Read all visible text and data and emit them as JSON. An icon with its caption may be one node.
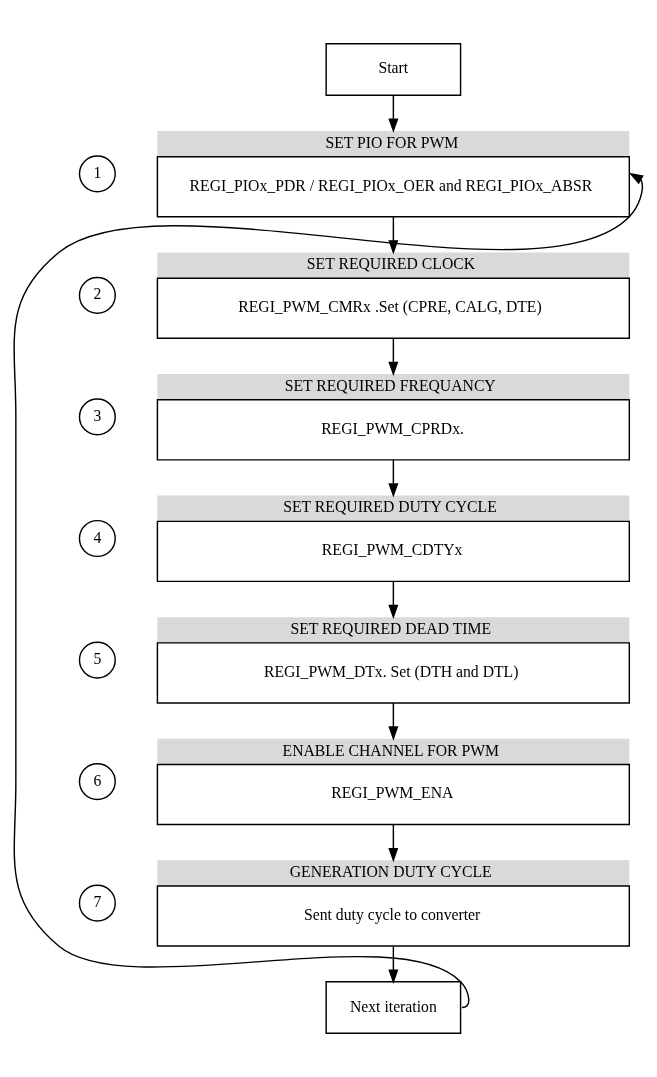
{
  "diagram": {
    "nodes": [
      {
        "text": [
          "Start"
        ]
      },
      {
        "text": [
          "1"
        ]
      },
      {
        "text": [
          "SET PIO FOR PWM",
          "REGI_PIOx_PDR / REGI_PIOx_OER and REGI_PIOx_ABSR"
        ]
      },
      {
        "text": [
          "2"
        ]
      },
      {
        "text": [
          "SET REQUIRED CLOCK",
          "REGI_PWM_CMRx .Set (CPRE, CALG, DTE)"
        ]
      },
      {
        "text": [
          "3"
        ]
      },
      {
        "text": [
          "SET REQUIRED FREQUANCY",
          "REGI_PWM_CPRDx."
        ]
      },
      {
        "text": [
          "4"
        ]
      },
      {
        "text": [
          "SET REQUIRED DUTY CYCLE",
          "REGI_PWM_CDTYx"
        ]
      },
      {
        "text": [
          "5"
        ]
      },
      {
        "text": [
          "SET REQUIRED DEAD TIME",
          "REGI_PWM_DTx. Set (DTH and DTL)"
        ]
      },
      {
        "text": [
          "6"
        ]
      },
      {
        "text": [
          "ENABLE CHANNEL FOR PWM",
          "REGI_PWM_ENA"
        ]
      },
      {
        "text": [
          "7"
        ]
      },
      {
        "text": [
          "GENERATION DUTY CYCLE",
          "Sent duty cycle to converter"
        ]
      },
      {
        "text": [
          "Next iteration"
        ]
      }
    ],
    "edges": [
      {
        "from": 0,
        "to": 2,
        "arrow": "to"
      },
      {
        "from": 2,
        "to": 4,
        "arrow": "to"
      },
      {
        "from": 4,
        "to": 6,
        "arrow": "to"
      },
      {
        "from": 6,
        "to": 8,
        "arrow": "to"
      },
      {
        "from": 8,
        "to": 10,
        "arrow": "to"
      },
      {
        "from": 10,
        "to": 12,
        "arrow": "to"
      },
      {
        "from": 12,
        "to": 14,
        "arrow": "to"
      },
      {
        "from": 14,
        "to": 15,
        "arrow": "to"
      },
      {
        "from": 15,
        "to": 2,
        "arrow": "to"
      }
    ]
  }
}
